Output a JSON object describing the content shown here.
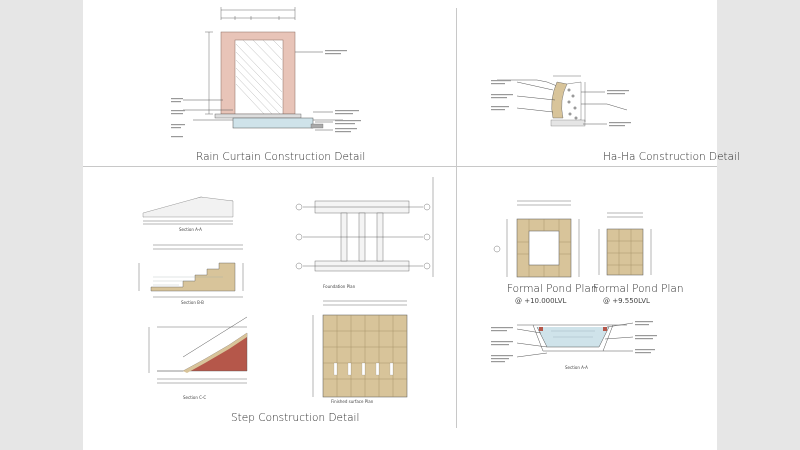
{
  "sheet": {
    "panels": {
      "rain_curtain": {
        "title": "Rain Curtain Construction Detail"
      },
      "ha_ha": {
        "title": "Ha-Ha Construction Detail"
      },
      "step": {
        "title": "Step Construction Detail",
        "views": {
          "section_aa": "Section A-A",
          "section_bb": "Section B-B",
          "section_cc": "Section C-C",
          "foundation_plan": "Foundation Plan",
          "finished_surface_plan": "Finished surface Plan"
        }
      },
      "formal_pond": {
        "plan_1": {
          "title": "Formal Pond Plan",
          "level": "@ +10.000LVL"
        },
        "plan_2": {
          "title": "Formal Pond Plan",
          "level": "@ +9.550LVL"
        },
        "section_label": "Section A-A"
      }
    }
  },
  "colors": {
    "page_background": "#e6e6e6",
    "sheet": "#ffffff",
    "brick_pink": "#e8c4b8",
    "stone_tan": "#d8c49a",
    "water_blue": "#cfe3ea",
    "brick_red": "#b5574a"
  }
}
